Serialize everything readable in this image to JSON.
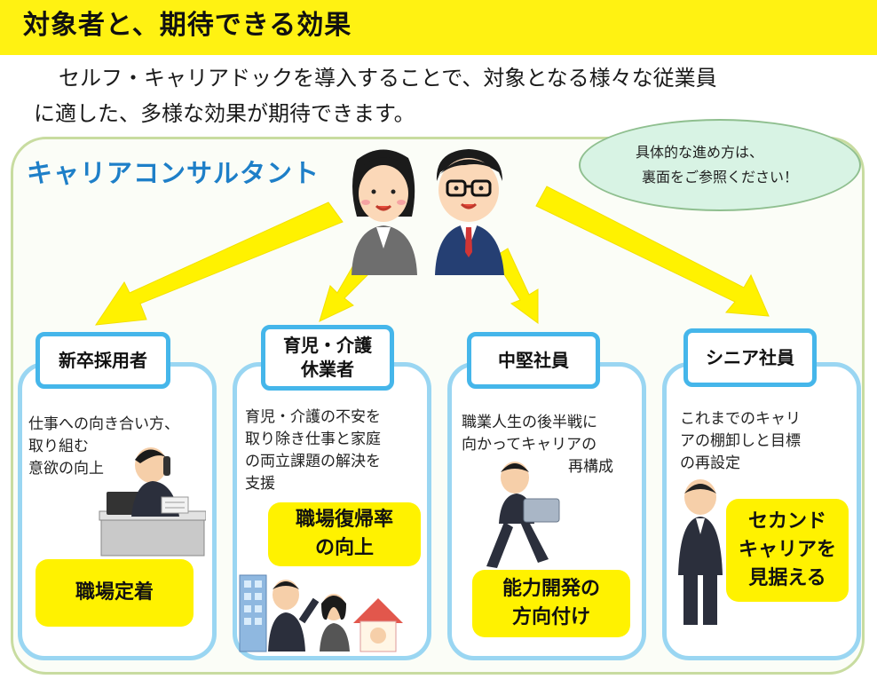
{
  "header": {
    "title": "対象者と、期待できる効果"
  },
  "intro": {
    "line1": "セルフ・キャリアドックを導入することで、対象となる様々な従業員",
    "line2": "に適した、多様な効果が期待できます。"
  },
  "consultant": {
    "label": "キャリアコンサルタント"
  },
  "bubble": {
    "line1": "具体的な進め方は、",
    "line2": "裏面をご参照ください！"
  },
  "colors": {
    "header_bg": "#fff212",
    "accent_blue": "#1e7fc8",
    "card_border": "#9ad6f2",
    "arrow": "#fff200",
    "effect_bg": "#fff200"
  },
  "cards": [
    {
      "title_lines": [
        "新卒採用者"
      ],
      "desc_lines": [
        "仕事への向き合い方、",
        "取り組む",
        "意欲の向上"
      ],
      "effect_lines": [
        "職場定着"
      ],
      "illustration": "office-worker-on-phone"
    },
    {
      "title_lines": [
        "育児・介護",
        "休業者"
      ],
      "desc_lines": [
        "育児・介護の不安を",
        "取り除き仕事と家庭",
        "の両立課題の解決を",
        "支援"
      ],
      "effect_lines": [
        "職場復帰率",
        "の向上"
      ],
      "illustration": "workers-and-home"
    },
    {
      "title_lines": [
        "中堅社員"
      ],
      "desc_lines": [
        "職業人生の後半戦に",
        "向かってキャリアの",
        "再構成"
      ],
      "effect_lines": [
        "能力開発の",
        "方向付け"
      ],
      "illustration": "running-businessman-laptop"
    },
    {
      "title_lines": [
        "シニア社員"
      ],
      "desc_lines": [
        "これまでのキャリ",
        "アの棚卸しと目標",
        "の再設定"
      ],
      "effect_lines": [
        "セカンド",
        "キャリアを",
        "見据える"
      ],
      "illustration": "senior-businessman"
    }
  ]
}
